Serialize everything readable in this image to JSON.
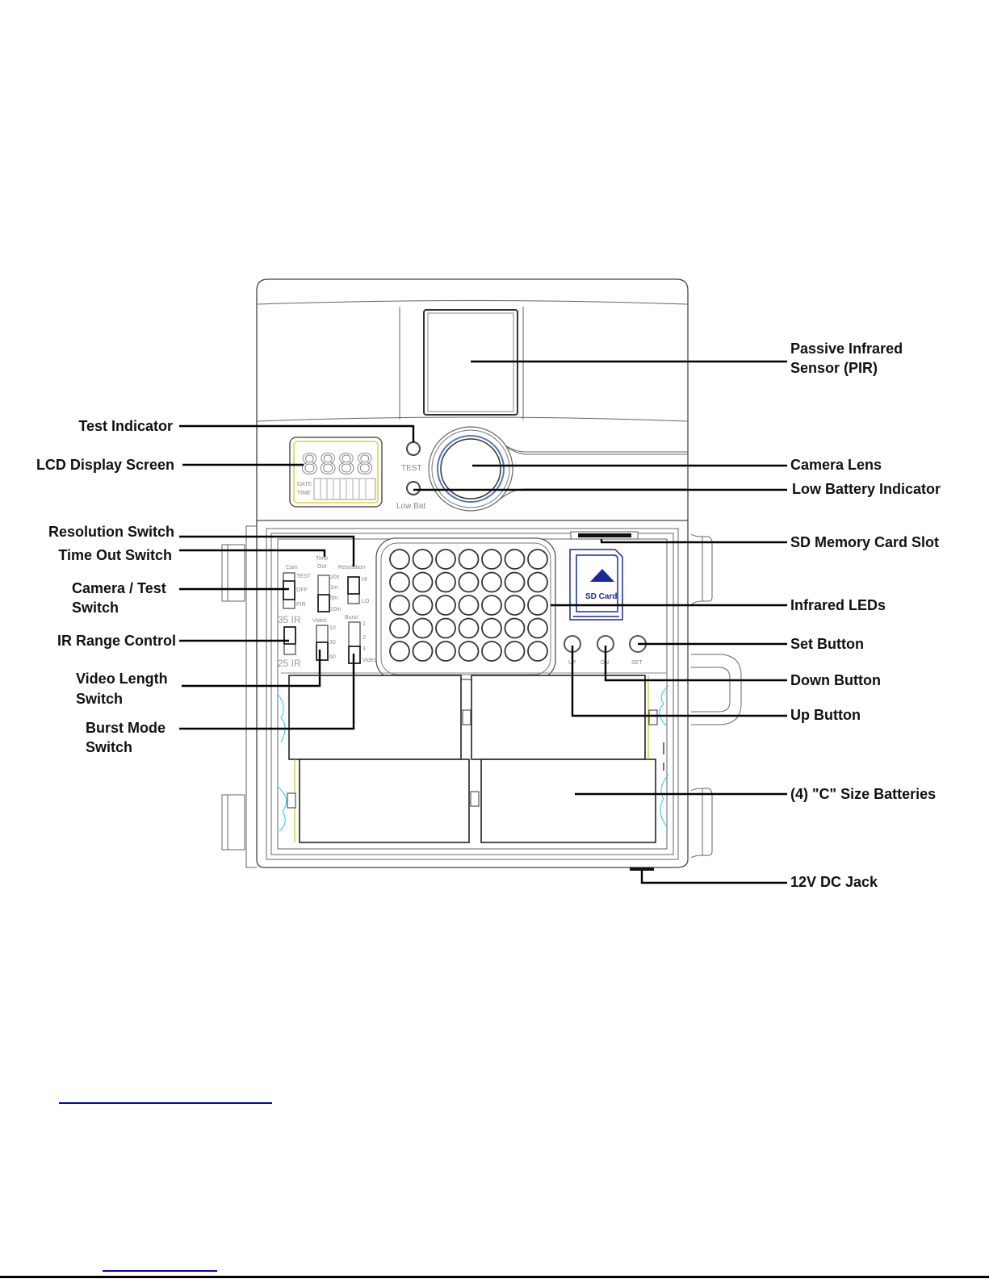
{
  "diagram": {
    "title": "Trail Camera Component Layout",
    "labels_left": [
      {
        "id": "test-indicator",
        "text": "Test Indicator"
      },
      {
        "id": "lcd-display-screen",
        "text": "LCD Display Screen"
      },
      {
        "id": "resolution-switch",
        "text": "Resolution Switch"
      },
      {
        "id": "time-out-switch",
        "text": "Time Out Switch"
      },
      {
        "id": "camera-test-switch",
        "lines": [
          "Camera / Test",
          "Switch"
        ]
      },
      {
        "id": "ir-range-control",
        "text": "IR Range Control"
      },
      {
        "id": "video-length-switch",
        "lines": [
          "Video Length",
          "Switch"
        ]
      },
      {
        "id": "burst-mode-switch",
        "lines": [
          "Burst Mode",
          "Switch"
        ]
      }
    ],
    "labels_right": [
      {
        "id": "passive-infrared-sensor",
        "lines": [
          "Passive Infrared",
          "Sensor (PIR)"
        ]
      },
      {
        "id": "camera-lens",
        "text": "Camera Lens"
      },
      {
        "id": "low-battery-indicator",
        "text": "Low Battery Indicator"
      },
      {
        "id": "sd-memory-card-slot",
        "text": "SD Memory Card Slot"
      },
      {
        "id": "infrared-leds",
        "text": "Infrared LEDs"
      },
      {
        "id": "set-button",
        "text": "Set Button"
      },
      {
        "id": "down-button",
        "text": "Down Button"
      },
      {
        "id": "up-button",
        "text": "Up Button"
      },
      {
        "id": "c-size-batteries",
        "text": "(4) \"C\" Size Batteries"
      },
      {
        "id": "dc-jack",
        "text": "12V DC Jack"
      }
    ],
    "device_text": {
      "test": "TEST",
      "low_bat": "Low Bat",
      "lcd_date": "DATE",
      "lcd_time": "TIME",
      "lcd_digits": "8888",
      "cam": "Cam",
      "cam_options": [
        "TEST",
        "OFF",
        "PIR"
      ],
      "time_out_1": "Time",
      "time_out_2": "Out",
      "time_out_options": [
        "20s",
        "1m",
        "5m",
        "10m"
      ],
      "resolution": "Resolution",
      "resolution_options": [
        "HI",
        "LO"
      ],
      "ir_35": "35 IR",
      "ir_25": "25 IR",
      "video": "Video",
      "video_options": [
        "10",
        "30",
        "60"
      ],
      "burst": "Burst",
      "burst_options": [
        "1",
        "2",
        "3",
        "Video"
      ],
      "sd_card": "SD Card",
      "btn_up": "UP",
      "btn_dn": "DN",
      "btn_set": "SET"
    },
    "led_grid": {
      "rows": 5,
      "cols": 7
    },
    "colors": {
      "sd_card_blue": "#1a2a9a",
      "lens_ring_blue": "#5577bb",
      "lcd_border_yellow": "#e8e060",
      "spring_cyan": "#22ccee",
      "battery_contact_yellow": "#c8b400",
      "link_blue": "#0000cc"
    }
  },
  "links": [
    {
      "id": "link-1",
      "text": ""
    },
    {
      "id": "link-2",
      "text": ""
    }
  ]
}
